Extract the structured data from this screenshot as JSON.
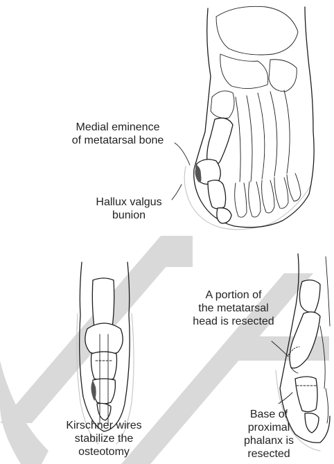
{
  "labels": {
    "medial_eminence": [
      "Medial eminence",
      "of metatarsal bone"
    ],
    "hallux_valgus": [
      "Hallux valgus",
      "bunion"
    ],
    "portion_resected": [
      "A portion of",
      "the metatarsal",
      "head is resected"
    ],
    "kirschner_wires": [
      "Kirschner wires",
      "stabilize the",
      "osteotomy"
    ],
    "base_phalanx": [
      "Base of",
      "proximal",
      "phalanx is",
      "resected"
    ]
  },
  "colors": {
    "ink": "#1c1c1c",
    "watermark": "#d9d9d9",
    "skin_outline": "#c8c8c8"
  }
}
